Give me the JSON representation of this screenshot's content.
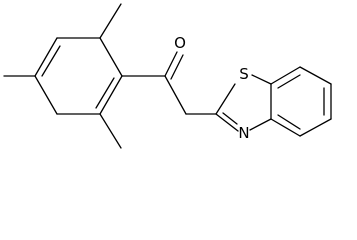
{
  "molecule": {
    "atoms": {
      "oxygen": "O",
      "sulfur": "S",
      "nitrogen": "N"
    }
  },
  "colors": {
    "bond": "#000000",
    "background": "#ffffff"
  }
}
